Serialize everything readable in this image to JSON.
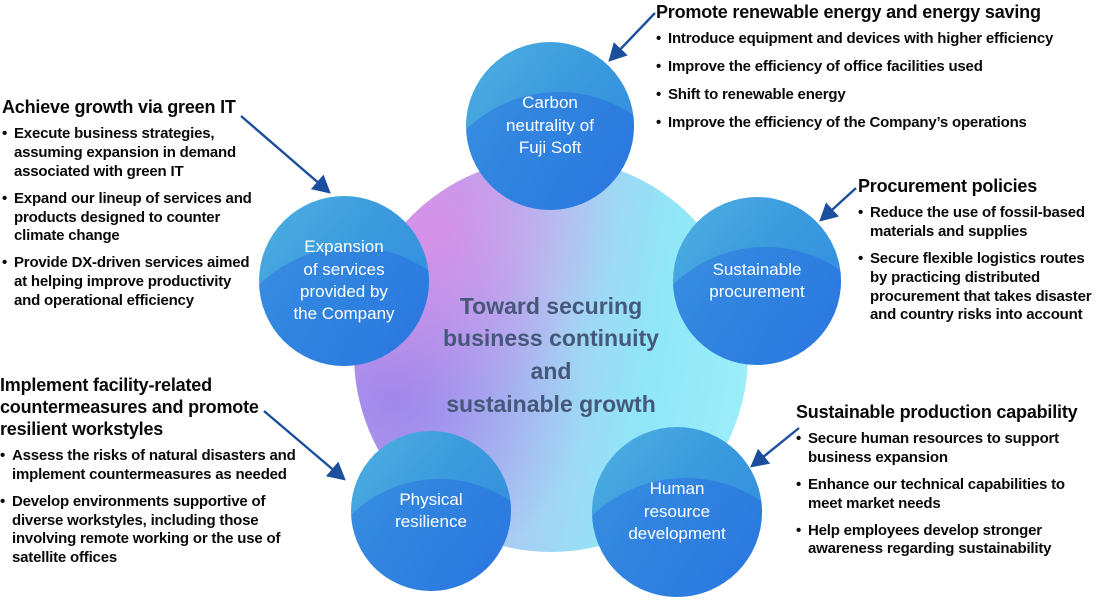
{
  "center": {
    "label": "Toward securing\nbusiness continuity\nand\nsustainable growth"
  },
  "nodes": {
    "carbon": {
      "label": "Carbon\nneutrality of\nFuji Soft"
    },
    "expansion": {
      "label": "Expansion\nof services\nprovided by\nthe Company"
    },
    "procurement": {
      "label": "Sustainable\nprocurement"
    },
    "physical": {
      "label": "Physical\nresilience"
    },
    "human": {
      "label": "Human\nresource\ndevelopment"
    }
  },
  "annotations": {
    "promote": {
      "heading": "Promote renewable energy and energy saving",
      "bullets": [
        "Introduce equipment and devices with higher efficiency",
        "Improve the efficiency of office facilities used",
        "Shift to renewable energy",
        "Improve the efficiency of the Company’s operations"
      ]
    },
    "green_it": {
      "heading": "Achieve growth via green IT",
      "bullets": [
        "Execute business strategies, assuming expansion in demand associated with green IT",
        "Expand our lineup of services and products designed to counter climate change",
        "Provide DX-driven services aimed at helping improve productivity and operational efficiency"
      ]
    },
    "procurement_policies": {
      "heading": "Procurement policies",
      "bullets": [
        "Reduce the use of fossil-based materials and supplies",
        "Secure flexible logistics routes by practicing distributed procurement that takes disaster and country risks into account"
      ]
    },
    "facility": {
      "heading": "Implement facility-related countermeasures and promote resilient workstyles",
      "bullets": [
        "Assess the risks of natural disasters and implement countermeasures as needed",
        "Develop environments supportive of diverse workstyles, including those involving remote working or the use of satellite offices"
      ]
    },
    "production": {
      "heading": "Sustainable production capability",
      "bullets": [
        "Secure human resources to support business expansion",
        "Enhance our technical capabilities to meet market needs",
        "Help employees develop stronger awareness regarding sustainability"
      ]
    }
  },
  "colors": {
    "arrow": "#1b4e9d",
    "node_blue_light": "#4fb0e2",
    "node_blue_dark": "#2f7ce0",
    "center_gradient_left": "#cda4ea",
    "center_gradient_right": "#9ff0f9",
    "center_text": "#46587a",
    "annotation_text": "#0a0a0a"
  }
}
